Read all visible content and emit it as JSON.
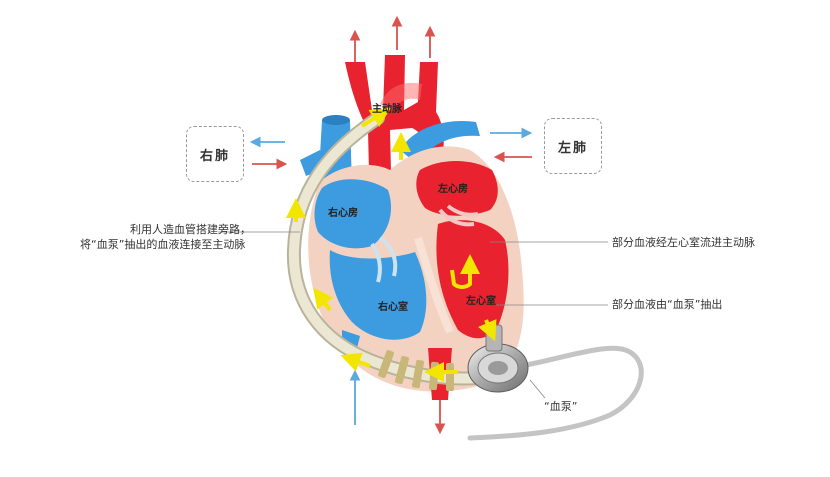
{
  "lungs": {
    "right": "右肺",
    "left": "左肺"
  },
  "chambers": {
    "aorta": "主动脉",
    "right_atrium": "右心房",
    "left_atrium": "左心房",
    "right_ventricle": "右心室",
    "left_ventricle": "左心室"
  },
  "annotations": {
    "bypass_line1": "利用人造血管搭建旁路，",
    "bypass_line2": "将“血泵”抽出的血液连接至主动脉",
    "lv_to_aorta": "部分血液经左心室流进主动脉",
    "pump_draw": "部分血液由“血泵”抽出",
    "pump": "“血泵”"
  },
  "colors": {
    "venous_blue": "#3d9be0",
    "arterial_red": "#e8222e",
    "flow_yellow": "#f2e600",
    "tissue": "#f3d2c2",
    "graft": "#e6e0c8",
    "arrow_blue": "#5aa9e0",
    "arrow_red": "#d9534f"
  }
}
